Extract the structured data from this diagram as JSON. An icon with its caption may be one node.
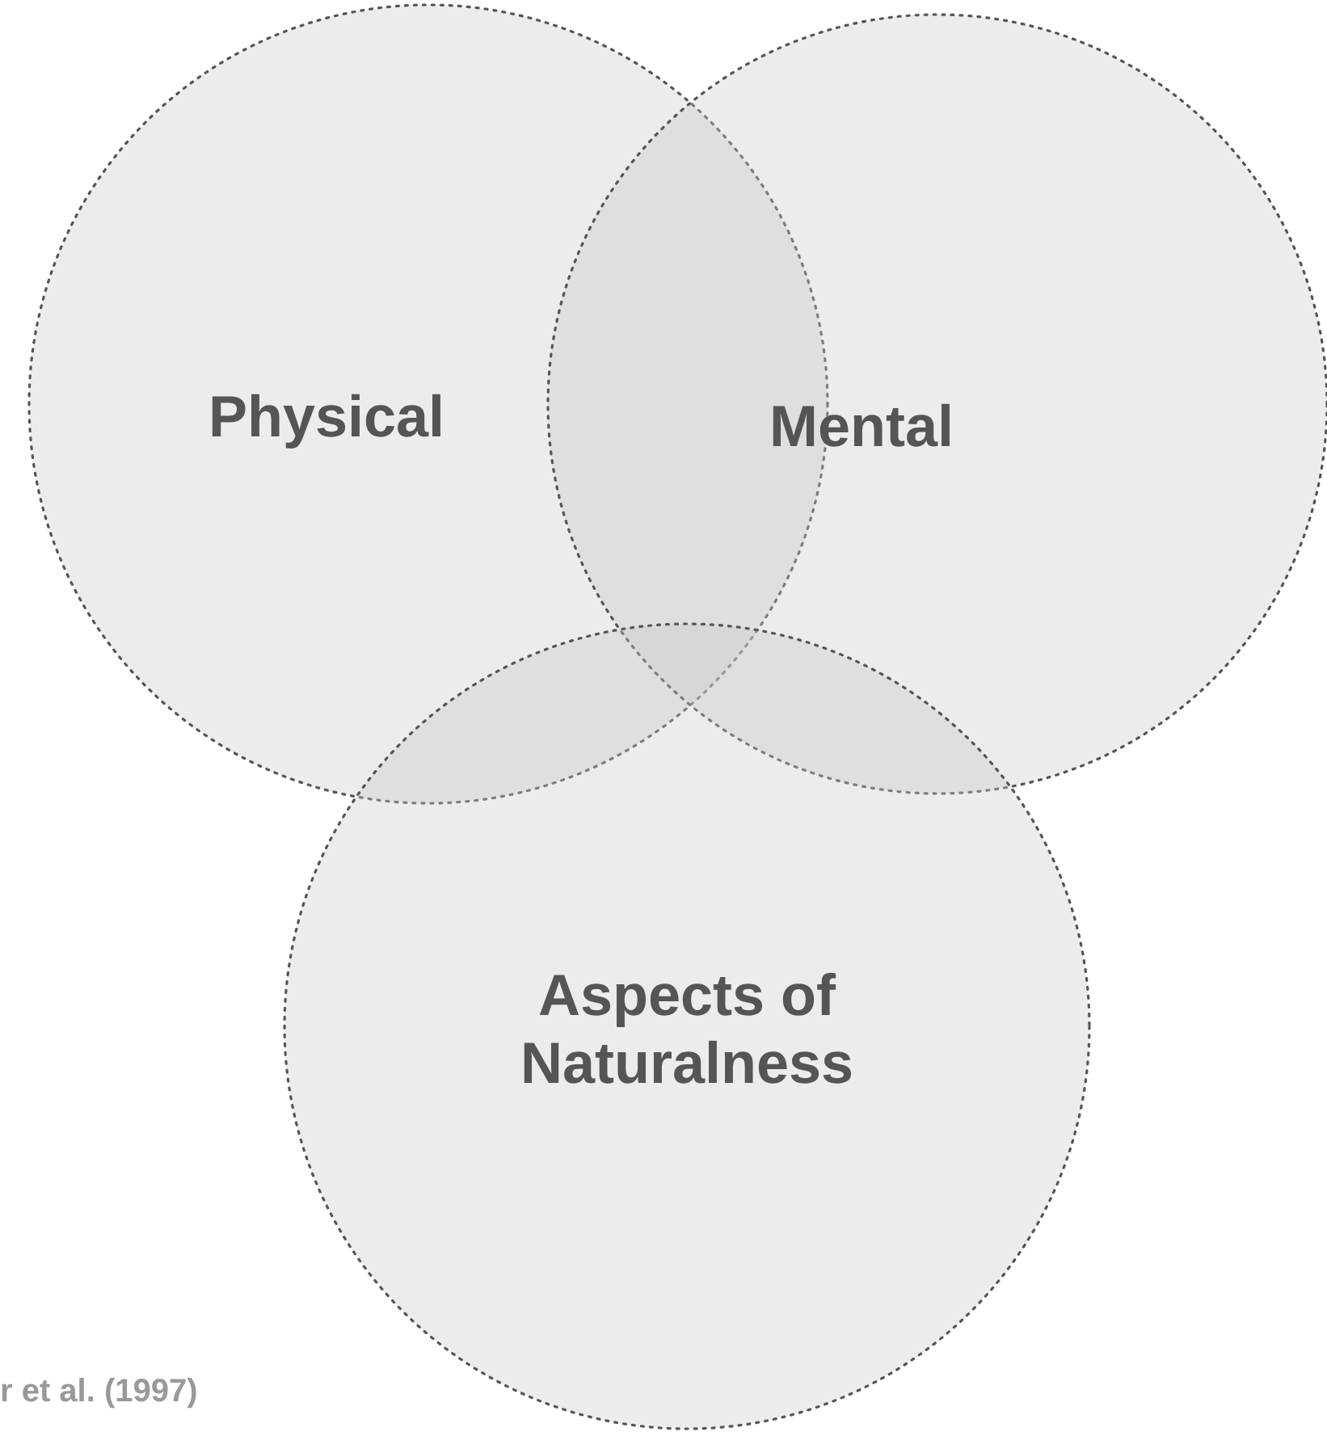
{
  "diagram": {
    "nodes": [
      {
        "text": [
          "Physical"
        ]
      },
      {
        "text": [
          "Mental"
        ]
      },
      {
        "text": [
          "Aspects of Naturalness"
        ]
      }
    ],
    "labels": [
      "r et al. (1997)"
    ]
  }
}
